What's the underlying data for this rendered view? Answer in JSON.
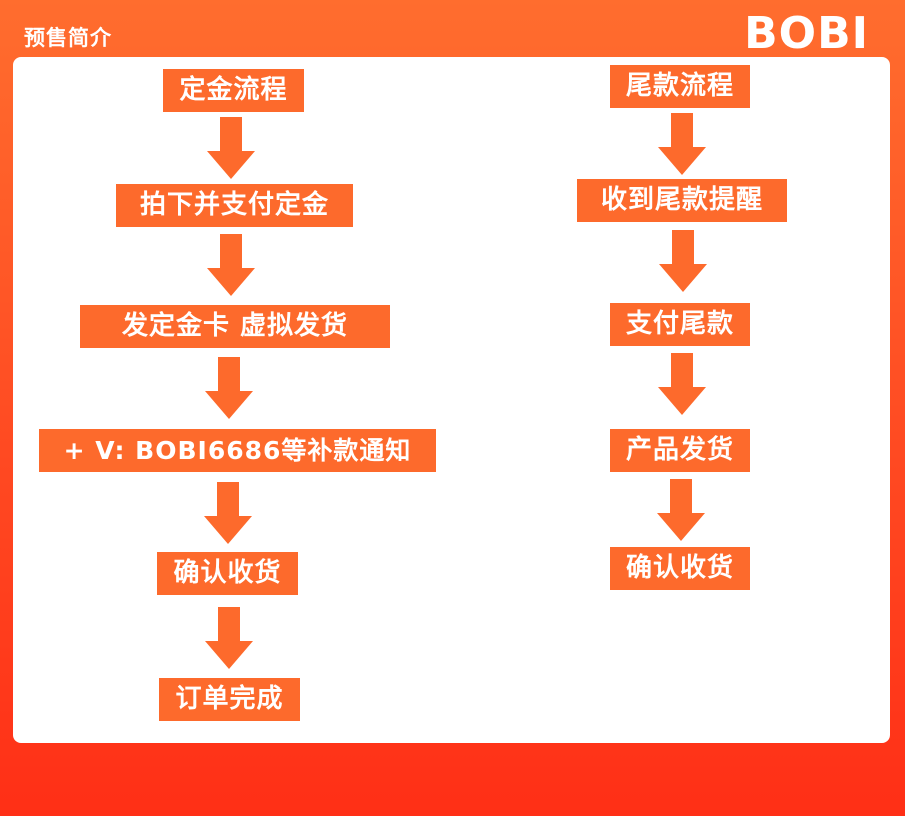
{
  "header": {
    "title": "预售简介",
    "brand": "BOBI"
  },
  "flows": {
    "deposit": {
      "steps": [
        "定金流程",
        "拍下并支付定金",
        "发定金卡  虚拟发货",
        "+ V:  BOBI6686等补款通知",
        "确认收货",
        "订单完成"
      ]
    },
    "balance": {
      "steps": [
        "尾款流程",
        "收到尾款提醒",
        "支付尾款",
        "产品发货",
        "确认收货"
      ]
    }
  },
  "colors": {
    "accent": "#fd6a2c",
    "background_top": "#ff6d2e",
    "background_bottom": "#ff2f16",
    "panel": "#ffffff",
    "text_on_accent": "#ffffff"
  }
}
